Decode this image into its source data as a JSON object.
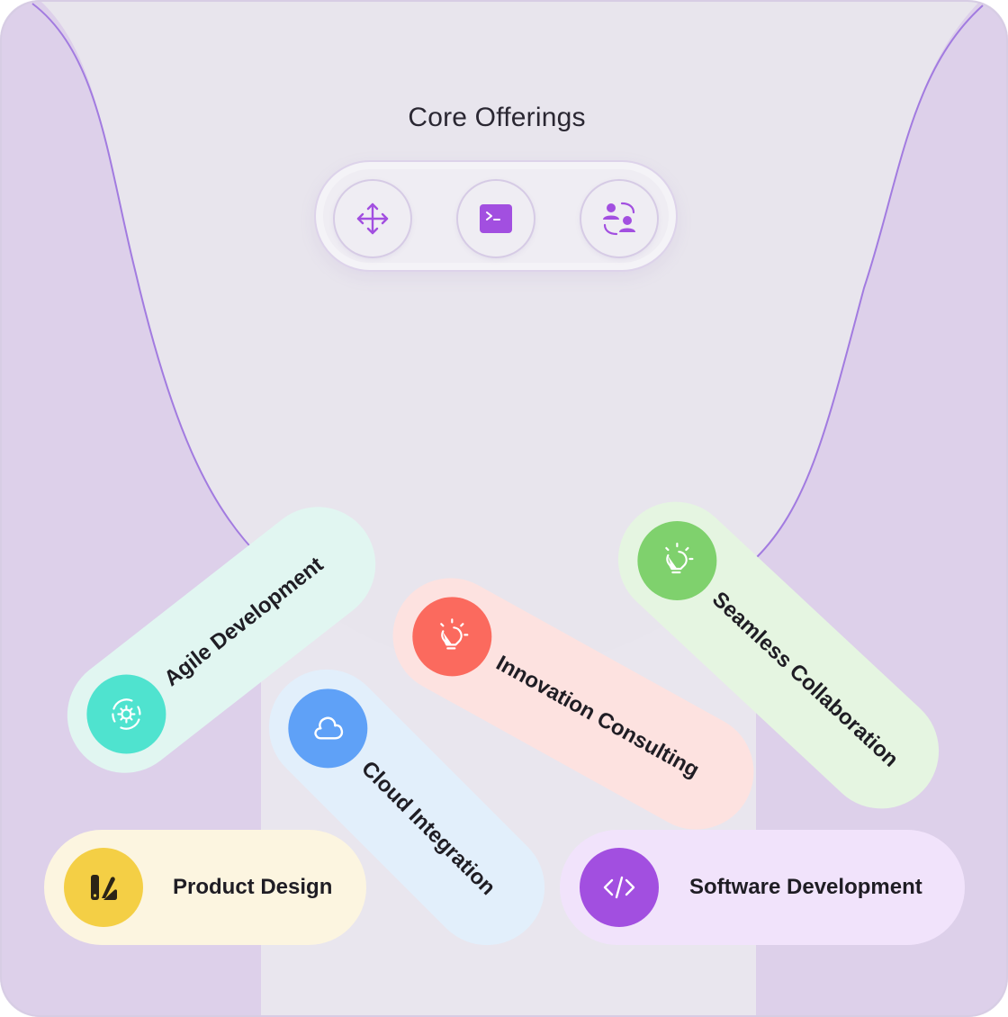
{
  "title": "Core Offerings",
  "top_icons": [
    "move-arrows-icon",
    "terminal-icon",
    "users-swap-icon"
  ],
  "colors": {
    "card_bg": "#e9e6ee",
    "curve_fill": "#ddd0ea",
    "curve_stroke": "#a27be0",
    "accent_purple": "#a24fe0"
  },
  "services": [
    {
      "label": "Agile Development",
      "icon": "gear-cycle-icon",
      "pill_color": "#e1f6f1",
      "badge_color": "#4fe3cf"
    },
    {
      "label": "Innovation Consulting",
      "icon": "lightbulb-icon",
      "pill_color": "#fde2e0",
      "badge_color": "#fb6a5e"
    },
    {
      "label": "Seamless Collaboration",
      "icon": "lightbulb-icon",
      "pill_color": "#e5f5e1",
      "badge_color": "#7fd16d"
    },
    {
      "label": "Cloud Integration",
      "icon": "cloud-icon",
      "pill_color": "#e2effb",
      "badge_color": "#5fa1f7"
    },
    {
      "label": "Product Design",
      "icon": "design-swatch-icon",
      "pill_color": "#fcf5e0",
      "badge_color": "#f4cf45"
    },
    {
      "label": "Software Development",
      "icon": "code-icon",
      "pill_color": "#f1e3fb",
      "badge_color": "#a24fe0"
    }
  ]
}
